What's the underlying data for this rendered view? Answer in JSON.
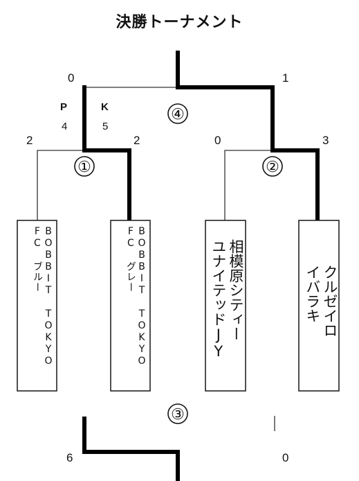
{
  "title": "決勝トーナメント",
  "teams": [
    {
      "line1": "BOBBIT TOKYO",
      "line2": "FC ブルー"
    },
    {
      "line1": "BOBBIT TOKYO",
      "line2": "FC グレー"
    },
    {
      "line1": "相模原シティー",
      "line2": "ユナイテッドJY"
    },
    {
      "line1": "クルゼイロ",
      "line2": "イバラキ"
    }
  ],
  "matches": {
    "m1": {
      "number": "①",
      "score_left": "2",
      "score_right": "2"
    },
    "m2": {
      "number": "②",
      "score_left": "0",
      "score_right": "3"
    },
    "final": {
      "number": "④",
      "score_left": "0",
      "score_right": "1",
      "pk_left_label": "P",
      "pk_right_label": "K",
      "pk_left_score": "4",
      "pk_right_score": "5"
    },
    "third": {
      "number": "③",
      "score_left": "6",
      "score_right": "0"
    }
  }
}
